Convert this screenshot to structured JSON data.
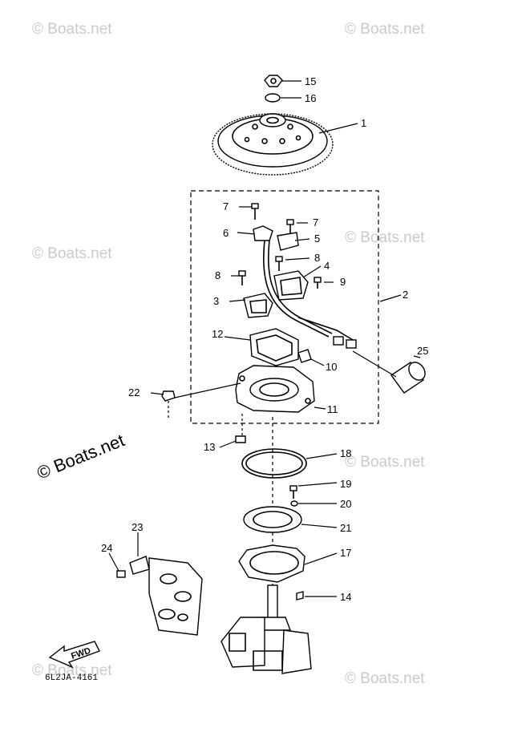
{
  "watermarks": {
    "light": "© Boats.net",
    "bold": "© Boats.net"
  },
  "diagram_code": "6L2JA-4161",
  "fwd_label": "FWD",
  "callouts": {
    "c1": "1",
    "c2": "2",
    "c3": "3",
    "c4": "4",
    "c5": "5",
    "c6": "6",
    "c7": "7",
    "c8": "8",
    "c9": "9",
    "c10": "10",
    "c11": "11",
    "c12": "12",
    "c13": "13",
    "c14": "14",
    "c15": "15",
    "c16": "16",
    "c17": "17",
    "c18": "18",
    "c19": "19",
    "c20": "20",
    "c21": "21",
    "c22": "22",
    "c23": "23",
    "c24": "24",
    "c25": "25"
  },
  "colors": {
    "line": "#000000",
    "watermark": "#c9c9c9"
  }
}
